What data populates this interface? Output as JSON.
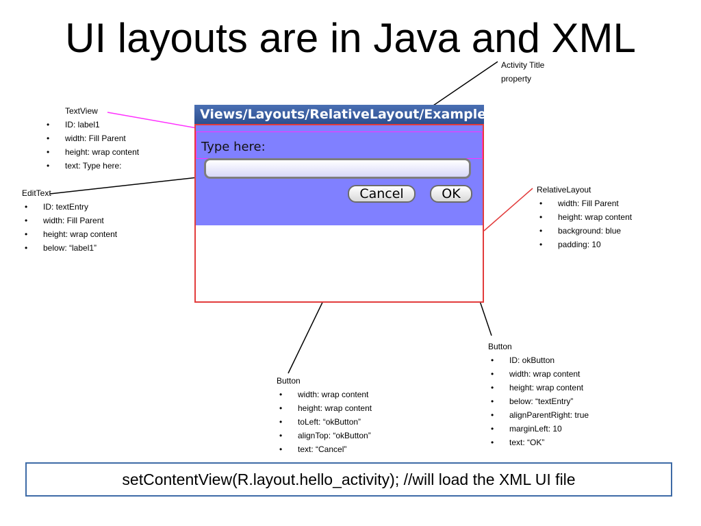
{
  "slide_title": "UI layouts are in Java and XML",
  "phone": {
    "activity_title": "Views/Layouts/RelativeLayout/Example",
    "label_text": "Type here:",
    "edit_value": "",
    "cancel_label": "Cancel",
    "ok_label": "OK"
  },
  "colors": {
    "titlebar": "#2c4f8f",
    "layout_background": "#8080ff",
    "relative_layout_outline": "#e23b3b",
    "textview_outline": "#ff30ff",
    "code_box_border": "#3d6aa6"
  },
  "annotations": {
    "activity_title": {
      "line1": "Activity Title",
      "line2": "property"
    },
    "textview": {
      "heading": "TextView",
      "items": [
        "ID: label1",
        "width: Fill Parent",
        "height: wrap content",
        "text: Type here:"
      ]
    },
    "edittext": {
      "heading": "EditText",
      "items": [
        "ID: textEntry",
        "width: Fill Parent",
        "height: wrap content",
        "below: “label1”"
      ]
    },
    "relativelayout": {
      "heading": "RelativeLayout",
      "items": [
        "width: Fill Parent",
        "height: wrap content",
        "background: blue",
        "padding: 10"
      ]
    },
    "cancel_button": {
      "heading": "Button",
      "items": [
        "width: wrap content",
        "height: wrap content",
        "toLeft: “okButton”",
        "alignTop: “okButton”",
        "text: “Cancel”"
      ]
    },
    "ok_button": {
      "heading": "Button",
      "items": [
        "ID: okButton",
        "width: wrap content",
        "height: wrap content",
        "below: “textEntry”",
        "alignParentRight: true",
        "marginLeft: 10",
        "text: “OK”"
      ]
    }
  },
  "code_line": "setContentView(R.layout.hello_activity); //will load the XML UI file"
}
